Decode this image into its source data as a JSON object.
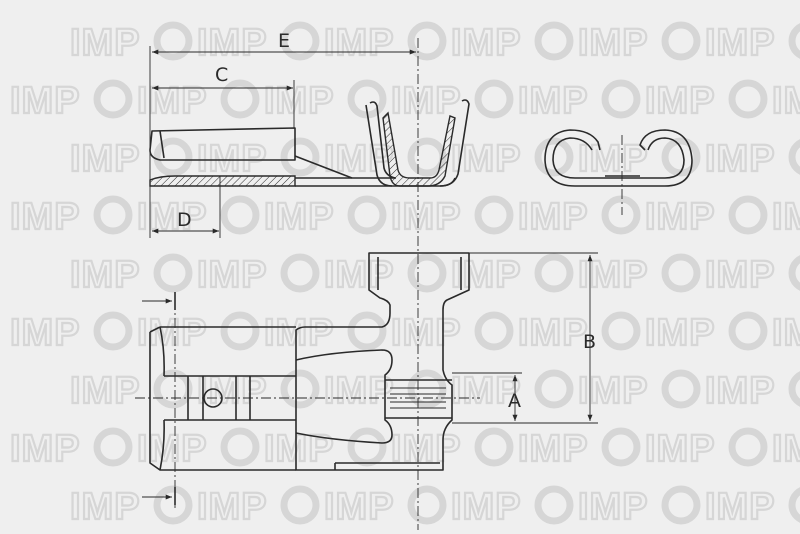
{
  "watermark": {
    "text": "IMP"
  },
  "dimensions": {
    "A": "A",
    "B": "B",
    "C": "C",
    "D": "D",
    "E": "E"
  }
}
